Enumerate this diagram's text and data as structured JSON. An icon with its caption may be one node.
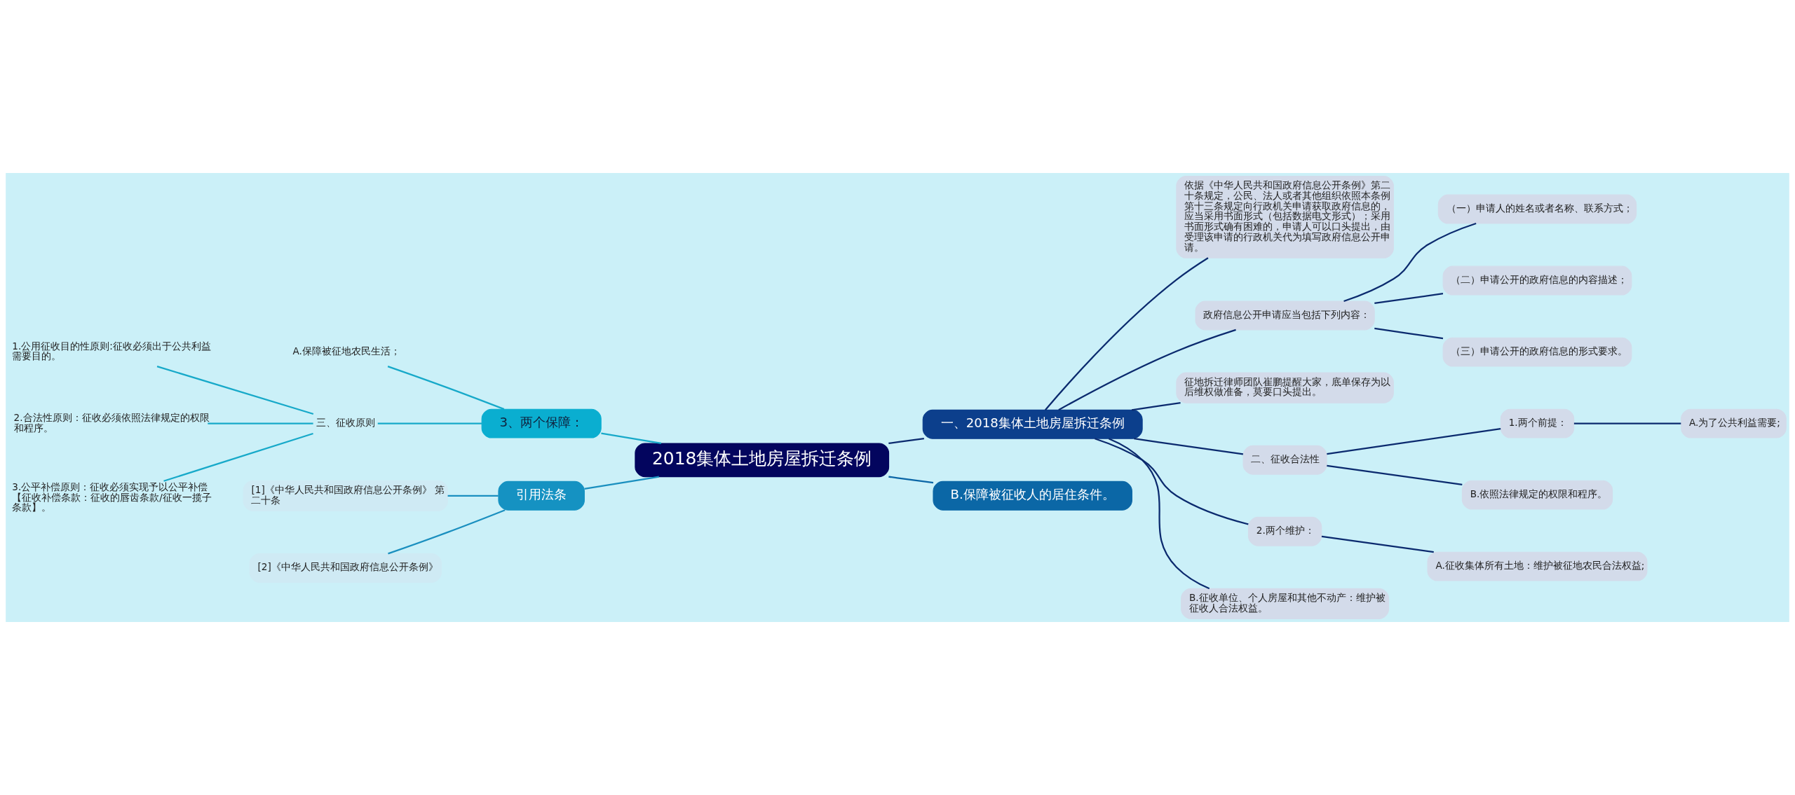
{
  "diagram": {
    "nodes": [
      {
        "text": [
          "2018集体土地房屋拆迁条例"
        ]
      },
      {
        "text": [
          "一、2018集体土地房屋拆迁条例"
        ]
      },
      {
        "text": [
          "依据《中华人民共和国政府信息公开条例》第二十条规定，公民、法人或者其他组织依照本条例第十三条规定向行政机关申请获取政府信息的，应当采用书面形式（包括数据电文形式）；采用书面形式确有困难的，申请人可以口头提出，由受理该申请的行政机关代为填写政府信息公开申请。"
        ]
      },
      {
        "text": [
          "政府信息公开申请应当包括下列内容："
        ]
      },
      {
        "text": [
          "（一）申请人的姓名或者名称、联系方式；"
        ]
      },
      {
        "text": [
          "（二）申请公开的政府信息的内容描述；"
        ]
      },
      {
        "text": [
          "（三）申请公开的政府信息的形式要求。"
        ]
      },
      {
        "text": [
          "征地拆迁律师团队崔鹏提醒大家，底单保存为以后维权做准备，莫要口头提出。"
        ]
      },
      {
        "text": [
          "二、征收合法性"
        ]
      },
      {
        "text": [
          "1.两个前提："
        ]
      },
      {
        "text": [
          "A.为了公共利益需要;"
        ]
      },
      {
        "text": [
          "B.依照法律规定的权限和程序。"
        ]
      },
      {
        "text": [
          "2.两个维护："
        ]
      },
      {
        "text": [
          "A.征收集体所有土地：维护被征地农民合法权益;"
        ]
      },
      {
        "text": [
          "B.征收单位、个人房屋和其他不动产：维护被征收人合法权益。"
        ]
      },
      {
        "text": [
          "B.保障被征收人的居住条件。"
        ]
      },
      {
        "text": [
          "3、两个保障："
        ]
      },
      {
        "text": [
          "A.保障被征地农民生活；"
        ]
      },
      {
        "text": [
          "三、征收原则"
        ]
      },
      {
        "text": [
          "1.公用征收目的性原则:征收必须出于公共利益需要目的。"
        ]
      },
      {
        "text": [
          "2.合法性原则：征收必须依照法律规定的权限和程序。"
        ]
      },
      {
        "text": [
          "3.公平补偿原则：征收必须实现予以公平补偿【征收补偿条款：征收的唇齿条款/征收一揽子条款】。"
        ]
      },
      {
        "text": [
          "引用法条"
        ]
      },
      {
        "text": [
          "[1]《中华人民共和国政府信息公开条例》 第二十条"
        ]
      },
      {
        "text": [
          "[2]《中华人民共和国政府信息公开条例》"
        ]
      }
    ],
    "edges": [
      {
        "from": 0,
        "to": 1,
        "arrow": "none"
      },
      {
        "from": 1,
        "to": 2,
        "arrow": "none"
      },
      {
        "from": 1,
        "to": 3,
        "arrow": "none"
      },
      {
        "from": 3,
        "to": 4,
        "arrow": "none"
      },
      {
        "from": 3,
        "to": 5,
        "arrow": "none"
      },
      {
        "from": 3,
        "to": 6,
        "arrow": "none"
      },
      {
        "from": 1,
        "to": 7,
        "arrow": "none"
      },
      {
        "from": 1,
        "to": 8,
        "arrow": "none"
      },
      {
        "from": 8,
        "to": 9,
        "arrow": "none"
      },
      {
        "from": 9,
        "to": 10,
        "arrow": "none"
      },
      {
        "from": 8,
        "to": 11,
        "arrow": "none"
      },
      {
        "from": 1,
        "to": 12,
        "arrow": "none"
      },
      {
        "from": 12,
        "to": 13,
        "arrow": "none"
      },
      {
        "from": 1,
        "to": 14,
        "arrow": "none"
      },
      {
        "from": 0,
        "to": 15,
        "arrow": "none",
        "color": "#0b66a6"
      },
      {
        "from": 16,
        "to": 0,
        "arrow": "none",
        "color": "#17a9c9"
      },
      {
        "from": 17,
        "to": 16,
        "arrow": "none",
        "color": "#17a9c9"
      },
      {
        "from": 18,
        "to": 16,
        "arrow": "none",
        "color": "#17a9c9"
      },
      {
        "from": 19,
        "to": 18,
        "arrow": "none",
        "color": "#17a9c9"
      },
      {
        "from": 20,
        "to": 18,
        "arrow": "none",
        "color": "#17a9c9"
      },
      {
        "from": 21,
        "to": 18,
        "arrow": "none",
        "color": "#17a9c9"
      },
      {
        "from": 22,
        "to": 0,
        "arrow": "none",
        "color": "#1a8fbf"
      },
      {
        "from": 23,
        "to": 22,
        "arrow": "none",
        "color": "#1a8fbf"
      },
      {
        "from": 24,
        "to": 22,
        "arrow": "none",
        "color": "#1a8fbf"
      }
    ]
  }
}
